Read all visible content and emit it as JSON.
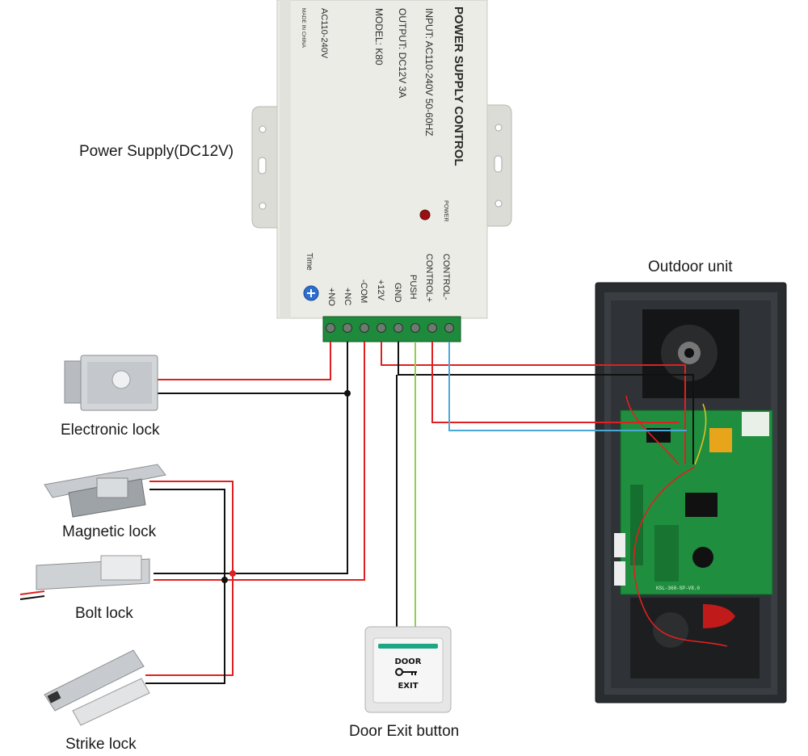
{
  "labels": {
    "power_supply": "Power Supply(DC12V)",
    "outdoor_unit": "Outdoor unit",
    "electronic_lock": "Electronic lock",
    "magnetic_lock": "Magnetic lock",
    "bolt_lock": "Bolt lock",
    "strike_lock": "Strike lock",
    "door_exit_button": "Door Exit button"
  },
  "psu": {
    "brand": "POWER SUPPLY CONTROL",
    "input": "INPUT: AC110-240V  50-60HZ",
    "output": "OUTPUT: DC12V  3A",
    "model": "MODEL: K80",
    "ac": "AC110-240V",
    "made_in": "MADE IN CHINA",
    "power": "POWER",
    "time": "Time",
    "terminals": [
      "+NO",
      "+NC",
      "-COM",
      "+12V",
      "GND",
      "PUSH",
      "CONTROL+",
      "CONTROL-"
    ]
  },
  "exit_button": {
    "top": "DOOR",
    "bottom": "EXIT"
  },
  "pcb": {
    "marking": "KSL-360-SP-V8.0"
  },
  "colors": {
    "wire_red": "#e02020",
    "wire_black": "#111111",
    "wire_green": "#8fd14f",
    "wire_blue": "#4aa8d8",
    "psu_body": "#e9e9e4",
    "terminal_green": "#1e8a3c",
    "pcb_green": "#1f8f3f",
    "unit_frame": "#2a2d30"
  }
}
